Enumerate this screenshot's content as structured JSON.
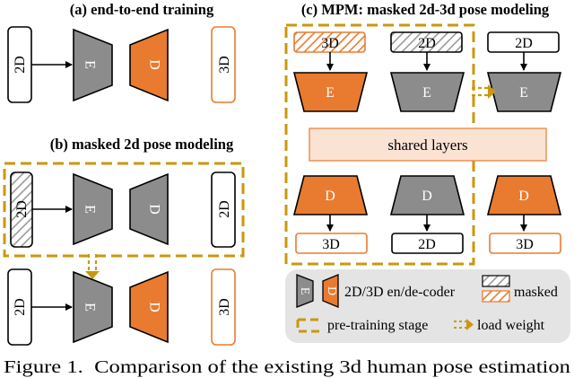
{
  "panels": {
    "a_title": "(a) end-to-end training",
    "b_title": "(b) masked 2d pose modeling",
    "c_title": "(c) MPM: masked 2d-3d pose modeling"
  },
  "labels": {
    "two_d": "2D",
    "three_d": "3D",
    "encoder": "E",
    "decoder": "D",
    "shared_layers": "shared layers"
  },
  "legend": {
    "encoder_icon": "E",
    "decoder_icon": "D",
    "en_de_coder": "2D/3D en/de-coder",
    "masked": "masked",
    "pretraining_stage": "pre-training stage",
    "load_weight": "load weight"
  },
  "caption": "Figure 1.  Comparison of the existing 3d human pose estimation",
  "colors": {
    "orange": "#e87b30",
    "gray": "#8c8c8c",
    "gold_dash": "#c9980f",
    "shared_fill": "#fbe3d3",
    "legend_bg": "#e4e4e4"
  }
}
